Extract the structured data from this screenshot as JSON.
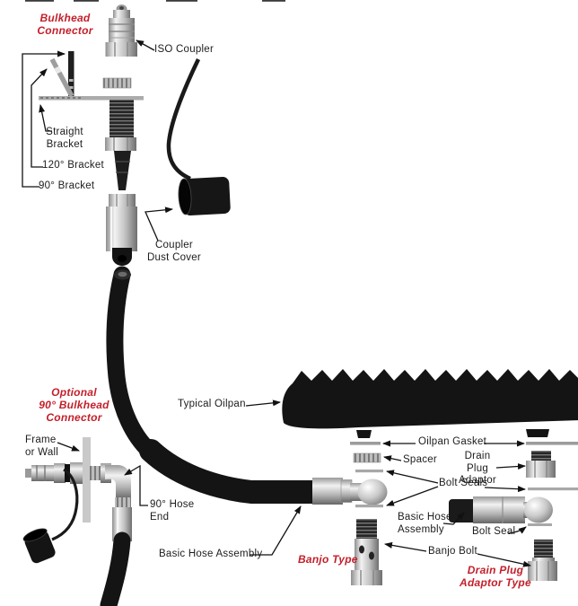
{
  "figure": {
    "type": "exploded-parts-diagram",
    "colors": {
      "background": "#ffffff",
      "red_label": "#c41f2a",
      "black_label": "#1c1c1c",
      "hose_black": "#141414",
      "metal_gray": "#b5b5b5"
    },
    "labels": {
      "bulkhead_connector": "Bulkhead\nConnector",
      "iso_coupler": "ISO Coupler",
      "straight_bracket": "Straight\nBracket",
      "bracket_120": "120° Bracket",
      "bracket_90": "90° Bracket",
      "coupler_dust_cover": "Coupler\nDust Cover",
      "optional_bulkhead": "Optional\n90° Bulkhead\nConnector",
      "frame_or_wall": "Frame\nor Wall",
      "typical_oilpan": "Typical Oilpan",
      "hose_end_90": "90° Hose\nEnd",
      "basic_hose_assembly": "Basic Hose Assembly",
      "oilpan_gasket": "Oilpan Gasket",
      "spacer": "Spacer",
      "drain_plug_adaptor": "Drain Plug\nAdaptor",
      "bolt_seals": "Bolt Seals",
      "basic_hose_assembly_banjo": "Basic Hose\nAssembly",
      "bolt_seal": "Bolt Seal",
      "banjo_bolt": "Banjo Bolt",
      "banjo_type": "Banjo Type",
      "drain_plug_adaptor_type": "Drain Plug\nAdaptor Type"
    },
    "parts": [
      "iso-coupler",
      "spacer-nut",
      "threaded-stud",
      "quick-coupler",
      "coupler-dust-cover",
      "straight-bracket",
      "bracket-120",
      "bracket-90",
      "main-hose",
      "hose-end-fitting",
      "bulkhead-connector-assembly",
      "frame-wall",
      "dust-cap",
      "oilpan",
      "oilpan-gaskets",
      "spacer-block",
      "drain-plug-adaptor",
      "bolt-seals",
      "banjo-hose-assembly",
      "banjo-bolt-left",
      "banjo-bolt-right",
      "bolt-seal-strip"
    ]
  }
}
